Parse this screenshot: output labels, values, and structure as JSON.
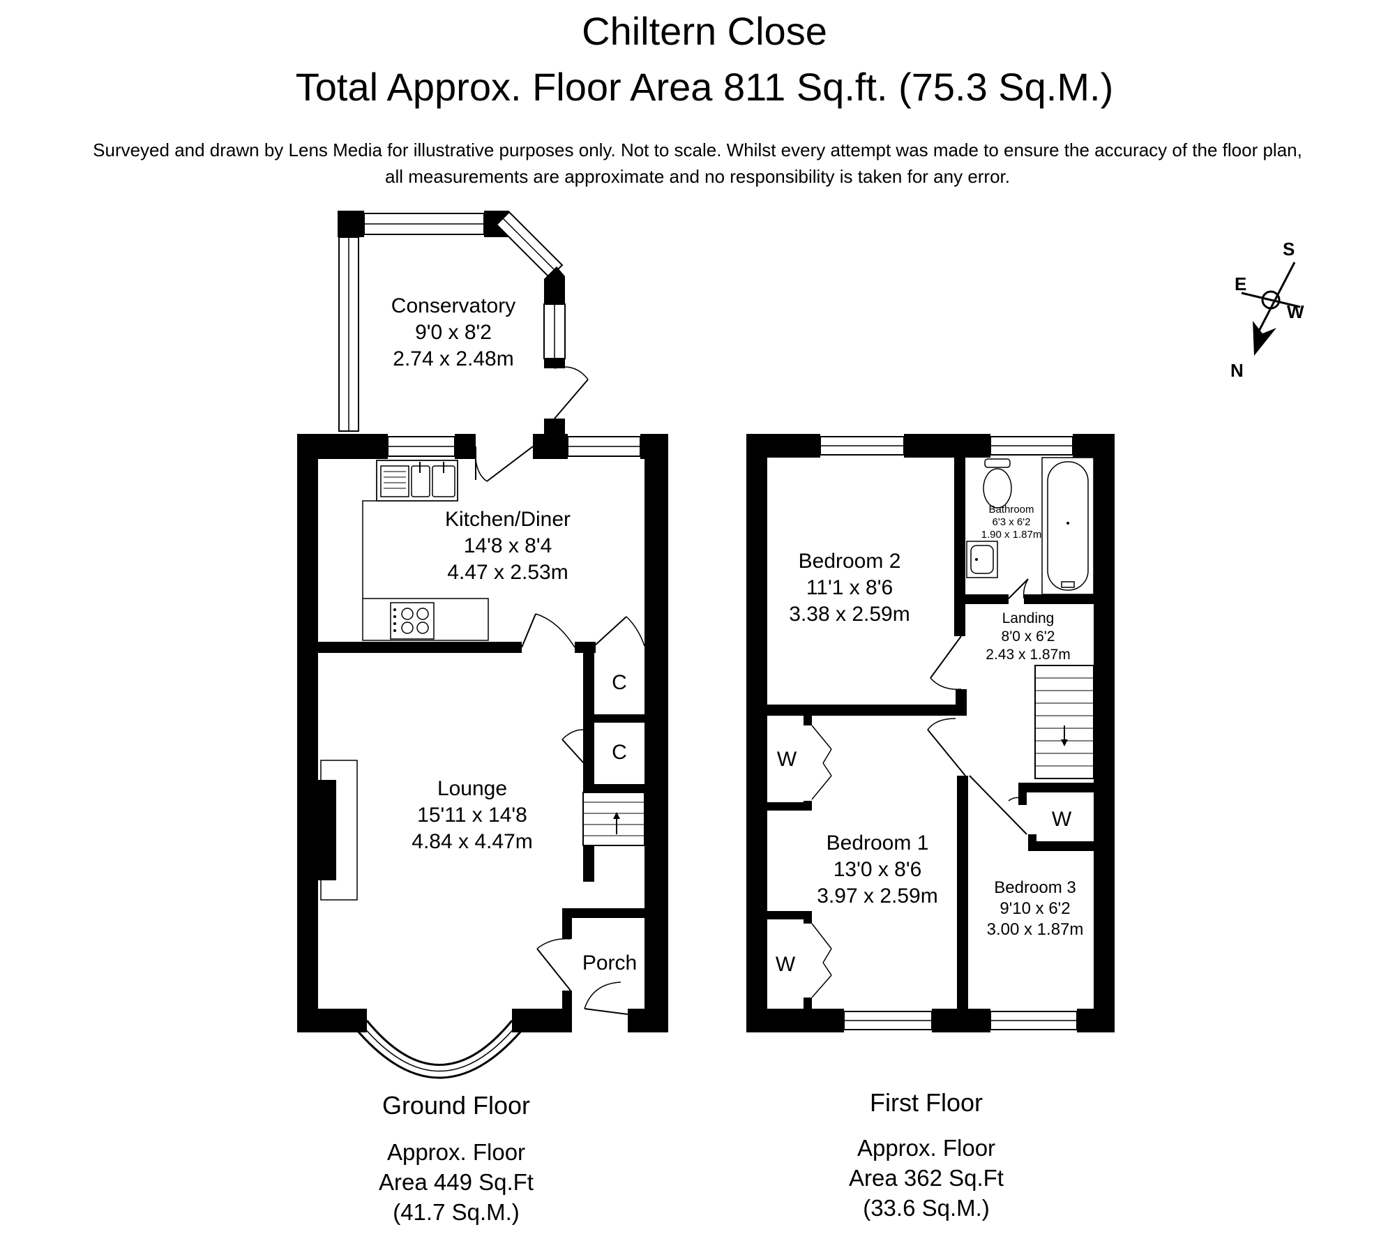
{
  "header": {
    "title": "Chiltern Close",
    "subtitle": "Total Approx. Floor Area 811 Sq.ft. (75.3 Sq.M.)",
    "disclaimer_line1": "Surveyed and drawn by Lens Media for illustrative purposes only. Not to scale. Whilst every attempt was made to ensure the accuracy of the floor plan,",
    "disclaimer_line2": "all measurements are approximate and no responsibility is taken for any error."
  },
  "compass": {
    "s": "S",
    "e": "E",
    "w": "W",
    "n": "N"
  },
  "ground_floor": {
    "name": "Ground Floor",
    "area_line1": "Approx. Floor",
    "area_line2": "Area 449 Sq.Ft",
    "area_line3": "(41.7 Sq.M.)",
    "rooms": {
      "conservatory": {
        "name": "Conservatory",
        "imperial": "9'0 x 8'2",
        "metric": "2.74 x 2.48m"
      },
      "kitchen": {
        "name": "Kitchen/Diner",
        "imperial": "14'8 x 8'4",
        "metric": "4.47 x 2.53m"
      },
      "lounge": {
        "name": "Lounge",
        "imperial": "15'11 x 14'8",
        "metric": "4.84 x 4.47m"
      },
      "porch": {
        "name": "Porch"
      },
      "cupboard1": {
        "name": "C"
      },
      "cupboard2": {
        "name": "C"
      }
    }
  },
  "first_floor": {
    "name": "First Floor",
    "area_line1": "Approx. Floor",
    "area_line2": "Area 362 Sq.Ft",
    "area_line3": "(33.6 Sq.M.)",
    "rooms": {
      "bedroom2": {
        "name": "Bedroom 2",
        "imperial": "11'1 x 8'6",
        "metric": "3.38 x 2.59m"
      },
      "bathroom": {
        "name": "Bathroom",
        "imperial": "6'3 x 6'2",
        "metric": "1.90 x 1.87m"
      },
      "landing": {
        "name": "Landing",
        "imperial": "8'0 x 6'2",
        "metric": "2.43 x 1.87m"
      },
      "bedroom1": {
        "name": "Bedroom 1",
        "imperial": "13'0 x 8'6",
        "metric": "3.97 x 2.59m"
      },
      "bedroom3": {
        "name": "Bedroom 3",
        "imperial": "9'10 x 6'2",
        "metric": "3.00 x 1.87m"
      },
      "wardrobe1": {
        "name": "W"
      },
      "wardrobe2": {
        "name": "W"
      },
      "wardrobe3": {
        "name": "W"
      }
    }
  }
}
